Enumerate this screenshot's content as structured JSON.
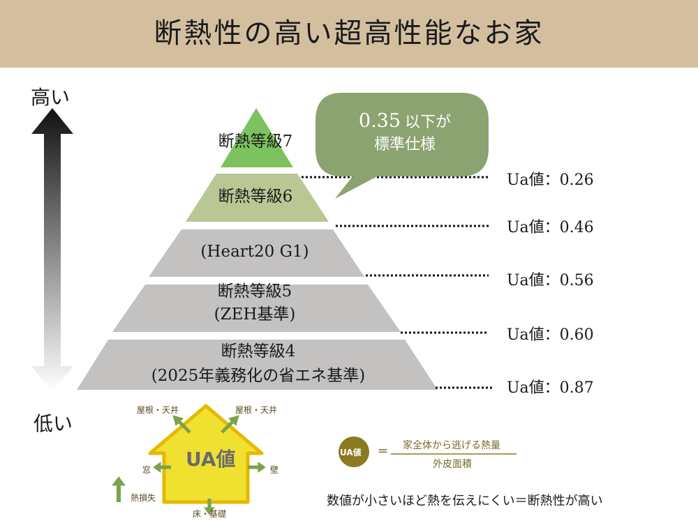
{
  "title": "断熱性の高い超高性能なお家",
  "scale": {
    "high_label": "高い",
    "low_label": "低い"
  },
  "pyramid": {
    "tiers": [
      {
        "line1": "断熱等級7",
        "line2": "",
        "color": "#7cc25e",
        "ua": "Ua値：0.26"
      },
      {
        "line1": "断熱等級6",
        "line2": "",
        "color": "#b9c795",
        "ua": "Ua値：0.46"
      },
      {
        "line1": "(Heart20 G1)",
        "line2": "",
        "color": "#c4c1c1",
        "ua": "Ua値：0.56"
      },
      {
        "line1": "断熱等級5",
        "line2": "(ZEH基準)",
        "color": "#c4c1c1",
        "ua": "Ua値：0.60"
      },
      {
        "line1": "断熱等級4",
        "line2": "(2025年義務化の省エネ基準)",
        "color": "#c4c1c1",
        "ua": "Ua値：0.87"
      }
    ]
  },
  "bubble": {
    "value": "0.35",
    "suffix": "以下が",
    "line2": "標準仕様",
    "color": "#8ba371"
  },
  "house": {
    "center_label": "UA値",
    "roof_left": "屋根・天井",
    "roof_right": "屋根・天井",
    "window": "窓",
    "wall": "壁",
    "floor": "床・基礎",
    "heat_loss": "熱損失"
  },
  "formula": {
    "badge": "UA値",
    "equals": "=",
    "numerator": "家全体から逃げる熱量",
    "denominator": "外皮面積"
  },
  "note": "数値が小さいほど熱を伝えにくい＝断熱性が高い"
}
